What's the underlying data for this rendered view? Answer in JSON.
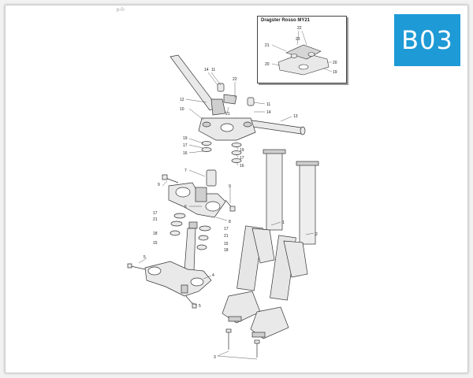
{
  "page_note": "p-0-",
  "badge": {
    "text": "B03",
    "color": "#1e9ad6"
  },
  "inset": {
    "title": "Dragster Rosso MY21",
    "labels": [
      "22",
      "21",
      "20",
      "20",
      "19",
      "23"
    ]
  },
  "callouts": {
    "c1": "1",
    "c2": "2",
    "c3": "3",
    "c4": "4",
    "c5a": "5",
    "c5b": "5",
    "c6": "6",
    "c7": "7",
    "c8": "8",
    "c9a": "9",
    "c9b": "9",
    "c10": "10",
    "c11a": "11",
    "c11b": "11",
    "c12": "12",
    "c13": "13",
    "c14a": "14",
    "c14b": "14",
    "c15a": "15",
    "c15b": "15",
    "c16a": "16",
    "c16b": "16",
    "c17a": "17",
    "c17b": "17",
    "c17c": "17",
    "c17d": "17",
    "c18a": "18",
    "c18b": "18",
    "c19a": "19",
    "c19b": "19",
    "c21a": "21",
    "c21b": "21",
    "c21c": "21",
    "c22": "22"
  },
  "colors": {
    "line": "#333333",
    "part_fill": "#e9e9e9",
    "part_shade": "#b9b9b9"
  }
}
